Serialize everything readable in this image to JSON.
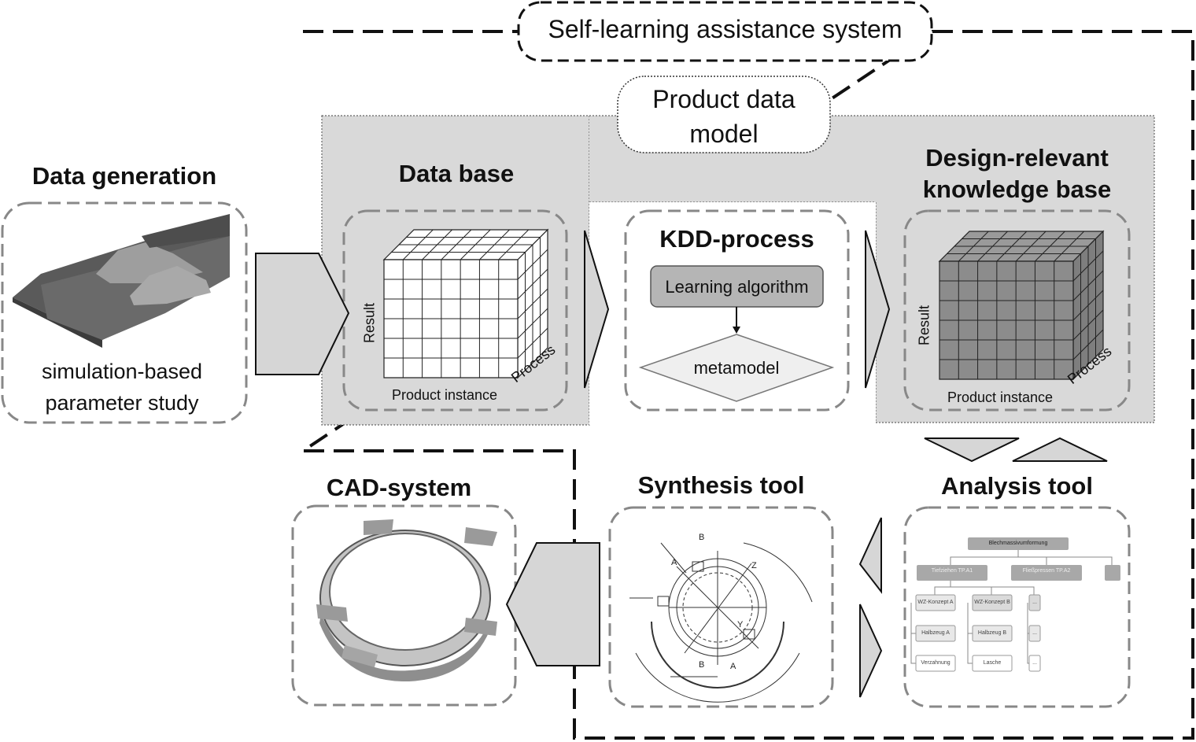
{
  "system": {
    "title": "Self-learning assistance system"
  },
  "product_model": {
    "title": "Product data model"
  },
  "data_generation": {
    "title": "Data generation",
    "caption": "simulation-based parameter study"
  },
  "data_base": {
    "title": "Data base",
    "axis_y": "Result",
    "axis_x": "Product instance",
    "axis_z": "Process"
  },
  "kdd": {
    "title": "KDD-process",
    "algorithm": "Learning algorithm",
    "metamodel": "metamodel"
  },
  "knowledge_base": {
    "title_line1": "Design-relevant",
    "title_line2": "knowledge base",
    "axis_y": "Result",
    "axis_x": "Product instance",
    "axis_z": "Process"
  },
  "cad": {
    "title": "CAD-system"
  },
  "synthesis": {
    "title": "Synthesis tool"
  },
  "analysis": {
    "title": "Analysis tool",
    "tree": {
      "root": "Blechmassivumformung",
      "level1": [
        "Tiefziehen TP.A1",
        "Fließpressen TP.A2",
        ""
      ],
      "level2": [
        "WZ-Konzept A",
        "WZ-Konzept B",
        "..."
      ],
      "level3": [
        "Halbzeug A",
        "Halbzeug B",
        "..."
      ],
      "level4": [
        "Verzahnung",
        "Lasche",
        "..."
      ]
    }
  },
  "colors": {
    "panel_gray": "#d9d9d9",
    "dash_gray": "#888888",
    "cube_dark": "#8c8c8c",
    "arrow_fill": "#d6d6d6"
  }
}
